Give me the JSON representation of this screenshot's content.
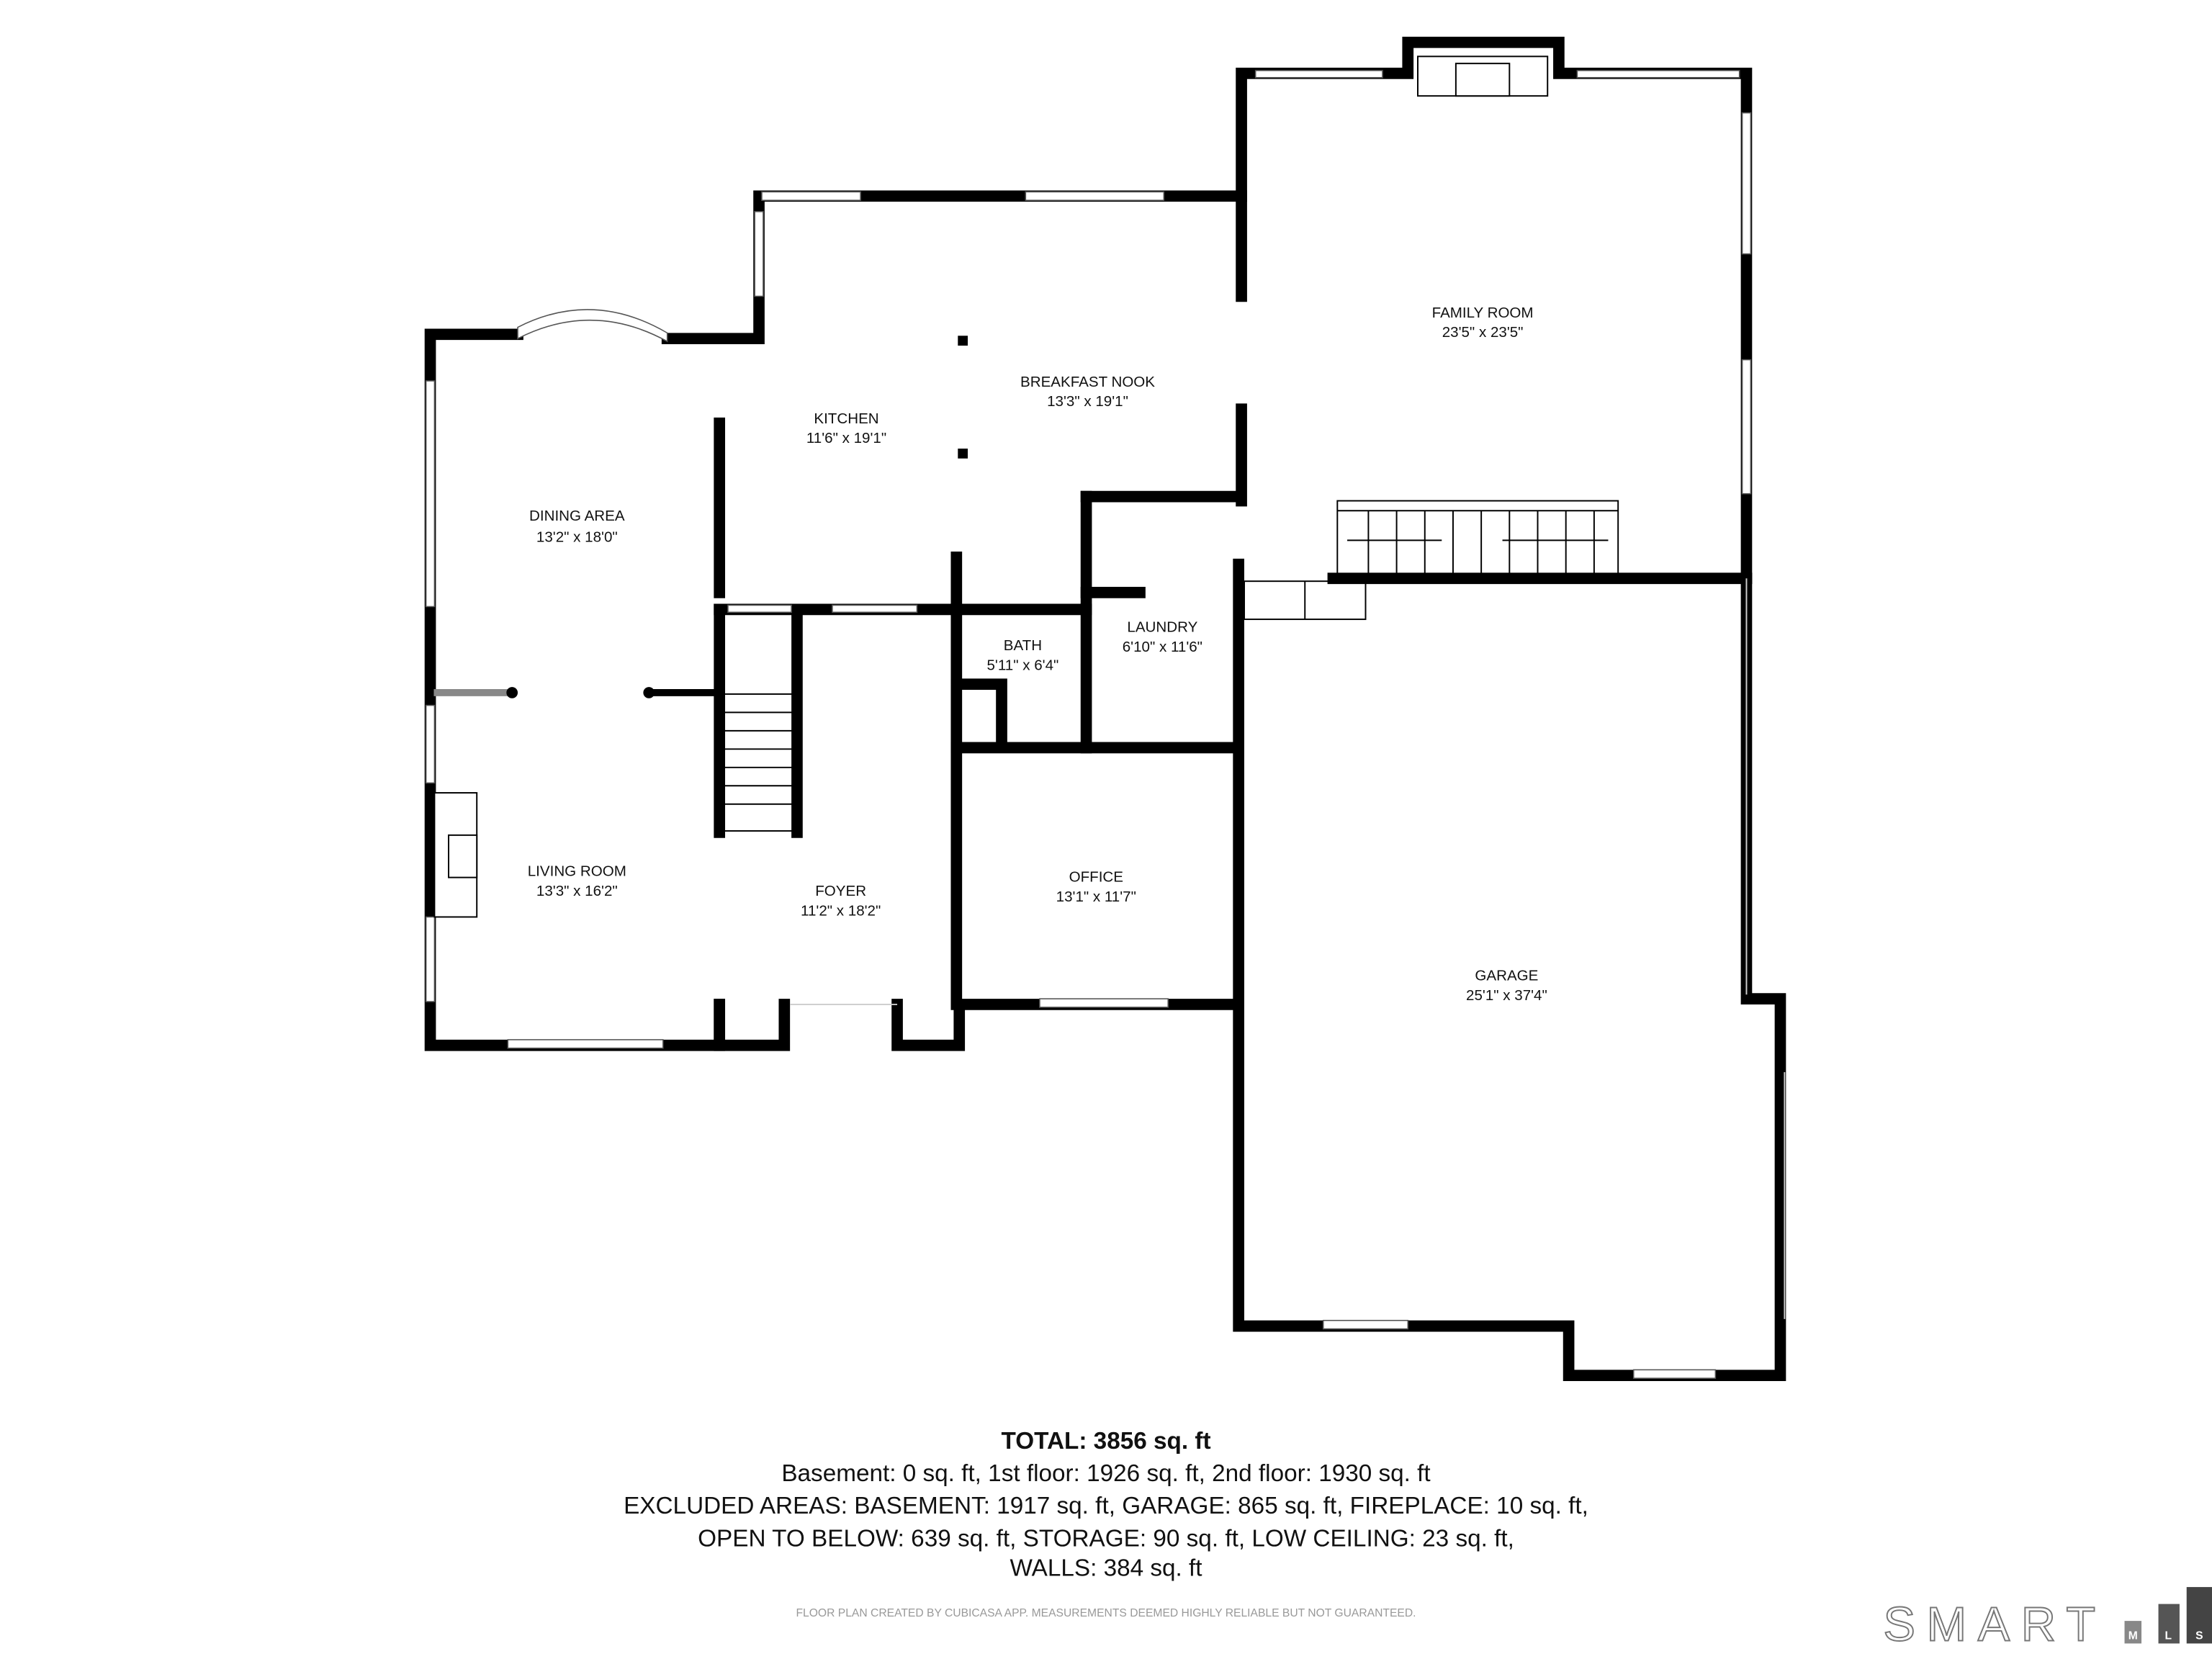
{
  "rooms": {
    "family_room": {
      "name": "FAMILY ROOM",
      "size": "23'5\" x 23'5\""
    },
    "breakfast_nook": {
      "name": "BREAKFAST NOOK",
      "size": "13'3\" x 19'1\""
    },
    "kitchen": {
      "name": "KITCHEN",
      "size": "11'6\" x 19'1\""
    },
    "dining_area": {
      "name": "DINING AREA",
      "size": "13'2\" x 18'0\""
    },
    "bath": {
      "name": "BATH",
      "size": "5'11\" x 6'4\""
    },
    "laundry": {
      "name": "LAUNDRY",
      "size": "6'10\" x 11'6\""
    },
    "living_room": {
      "name": "LIVING ROOM",
      "size": "13'3\" x 16'2\""
    },
    "foyer": {
      "name": "FOYER",
      "size": "11'2\" x 18'2\""
    },
    "office": {
      "name": "OFFICE",
      "size": "13'1\" x 11'7\""
    },
    "garage": {
      "name": "GARAGE",
      "size": "25'1\" x 37'4\""
    }
  },
  "summary": {
    "total": "TOTAL: 3856 sq. ft",
    "floors": "Basement: 0 sq. ft, 1st floor: 1926 sq. ft, 2nd floor: 1930 sq. ft",
    "excluded_1": "EXCLUDED AREAS: BASEMENT: 1917 sq. ft, GARAGE: 865 sq. ft, FIREPLACE: 10 sq. ft,",
    "excluded_2": "OPEN TO BELOW: 639 sq. ft, STORAGE: 90 sq. ft, LOW CEILING: 23 sq. ft,",
    "excluded_3": "WALLS: 384 sq. ft"
  },
  "disclaimer": "FLOOR PLAN CREATED BY CUBICASA APP. MEASUREMENTS DEEMED HIGHLY RELIABLE BUT NOT GUARANTEED.",
  "logo": {
    "word": "SMART",
    "m": "M",
    "l": "L",
    "s": "S"
  }
}
